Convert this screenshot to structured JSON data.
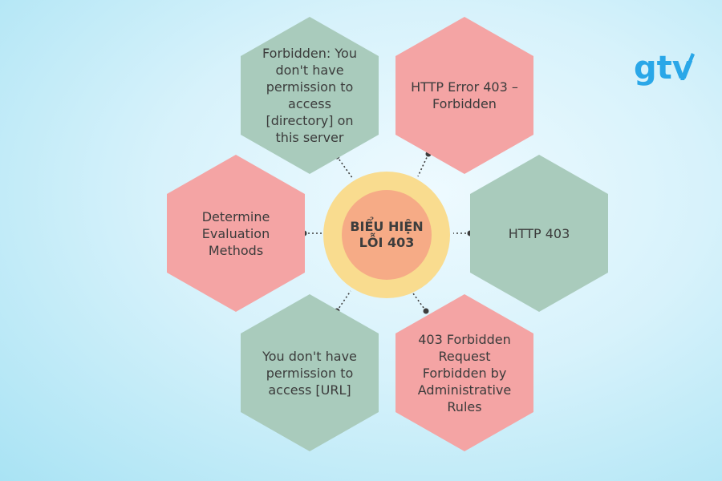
{
  "center": {
    "title": "BIỂU HIỆN LỖI 403"
  },
  "items": [
    {
      "text": "Forbidden: You don't have permission to access [directory] on this server",
      "color": "#a9cbbc"
    },
    {
      "text": "HTTP Error 403 – Forbidden",
      "color": "#f4a4a4"
    },
    {
      "text": "HTTP 403",
      "color": "#a9cbbc"
    },
    {
      "text": "Determine Evaluation Methods",
      "color": "#f4a4a4"
    },
    {
      "text": "You don't have permission to access [URL]",
      "color": "#a9cbbc"
    },
    {
      "text": "403 Forbidden Request Forbidden by Administrative Rules",
      "color": "#f4a4a4"
    }
  ],
  "logo": {
    "text": "gtv",
    "color": "#2aa7e8"
  },
  "colors": {
    "green_hex": "#a9cbbc",
    "red_hex": "#f4a4a4",
    "center_ring": "#f9dc8f",
    "center_core": "#f6ab86",
    "connector": "#3d3d3d"
  }
}
